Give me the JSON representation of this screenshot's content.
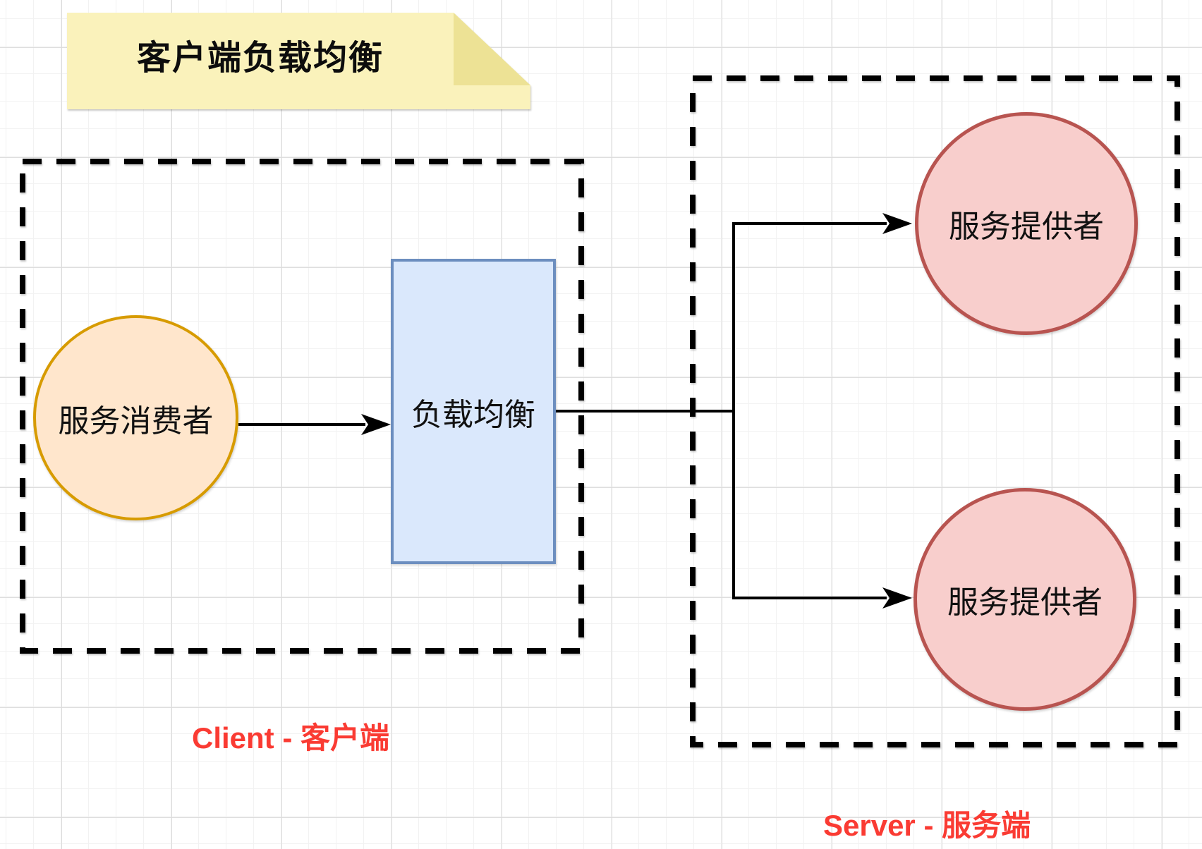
{
  "note": {
    "title": "客户端负载均衡"
  },
  "client": {
    "label": "Client - 客户端",
    "consumer_label": "服务消费者",
    "load_balancer_label": "负载均衡"
  },
  "server": {
    "label": "Server - 服务端",
    "providers": [
      "服务提供者",
      "服务提供者"
    ]
  },
  "colors": {
    "note_fill": "#FAF2BB",
    "note_fold": "#EDE295",
    "consumer_fill": "#FFE6CC",
    "consumer_stroke": "#D79B00",
    "lb_fill": "#DAE8FC",
    "lb_stroke": "#6C8EBF",
    "provider_fill": "#F8CECC",
    "provider_stroke": "#B85450",
    "group_label_red": "#FA3B33",
    "line_black": "#000000"
  }
}
